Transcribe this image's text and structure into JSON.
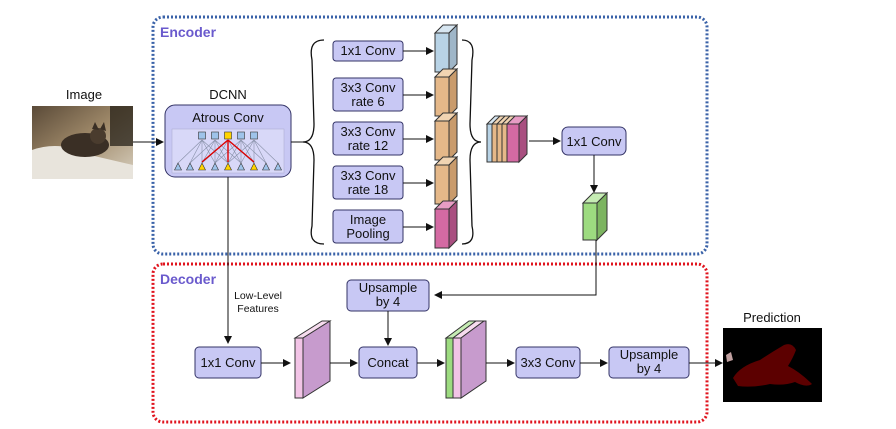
{
  "encoder": {
    "title": "Encoder"
  },
  "decoder": {
    "title": "Decoder"
  },
  "input": {
    "label": "Image"
  },
  "dcnn": {
    "label": "DCNN",
    "atrous_label": "Atrous Conv"
  },
  "aspp": {
    "conv1x1": "1x1 Conv",
    "conv_rate6": [
      "3x3 Conv",
      "rate 6"
    ],
    "conv_rate12": [
      "3x3 Conv",
      "rate 12"
    ],
    "conv_rate18": [
      "3x3 Conv",
      "rate 18"
    ],
    "pooling": [
      "Image",
      "Pooling"
    ]
  },
  "encoder_out": {
    "conv1x1": "1x1 Conv"
  },
  "decoder_blocks": {
    "upsample_top": [
      "Upsample",
      "by 4"
    ],
    "low_level": [
      "Low-Level",
      "Features"
    ],
    "conv1x1": "1x1 Conv",
    "concat": "Concat",
    "conv3x3": "3x3 Conv",
    "upsample_out": [
      "Upsample",
      "by 4"
    ]
  },
  "output": {
    "label": "Prediction"
  },
  "colors": {
    "encoder_border": "#3a62a8",
    "decoder_border": "#e0141e",
    "block_fill": "#c8c8f4",
    "block_stroke": "#333366",
    "title_color": "#6a5acd",
    "blue_box": "#b8d3e6",
    "orange_box": "#e5b889",
    "pink_box": "#d46aa3",
    "green_box": "#9ddb80",
    "violet_box": "#c79bcd",
    "light_pink_box": "#f2c4e6"
  }
}
